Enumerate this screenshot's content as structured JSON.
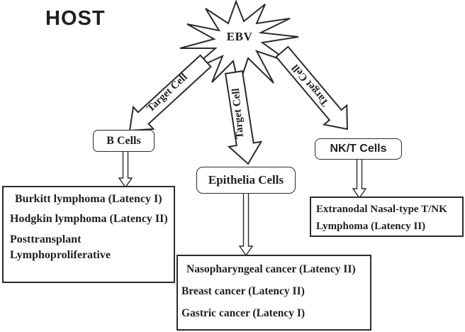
{
  "diagram": {
    "host_label": "HOST",
    "virus_label": "EBV",
    "arrows": {
      "left_label": "Target Cell",
      "middle_label": "Target Cell",
      "right_label": "Target Cell"
    },
    "cells": {
      "b": "B Cells",
      "epithelia": "Epithelia Cells",
      "nkt": "NK/T Cells"
    },
    "outcomes": {
      "b": [
        "Burkitt lymphoma (Latency I)",
        "Hodgkin lymphoma (Latency II)",
        "Posttransplant Lymphoproliferative"
      ],
      "epithelia": [
        "Nasopharyngeal cancer (Latency II)",
        "Breast cancer (Latency II)",
        "Gastric cancer (Latency I)"
      ],
      "nkt": [
        "Extranodal Nasal-type T/NK Lymphoma (Latency II)"
      ]
    },
    "colors": {
      "ink": "#1f1f1f",
      "outline": "#2b2b2b",
      "background": "#ffffff"
    }
  }
}
